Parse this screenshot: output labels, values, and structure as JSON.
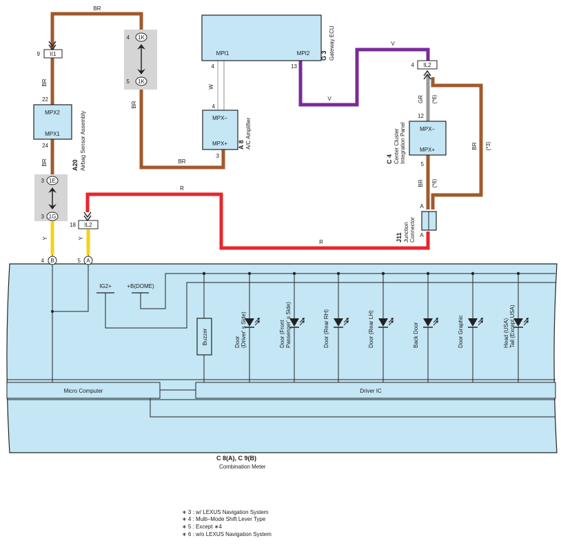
{
  "colors": {
    "br": "#a05a2c",
    "v": "#7a2a98",
    "r": "#e8262b",
    "y": "#f7d117",
    "gr": "#9a9a9a",
    "w": "#bdbdbd",
    "fill": "#c4e6f5",
    "grey_block": "#d5d5d5"
  },
  "wires": {
    "br": "BR",
    "v": "V",
    "r": "R",
    "y": "Y",
    "w": "W",
    "gr": "GR"
  },
  "notes": {
    "n3": "(*3)",
    "n6": "(*6)"
  },
  "connectors": {
    "ii1": {
      "id": "II1",
      "pin": "9"
    },
    "ik_top": {
      "id": "1K",
      "pin": "4"
    },
    "ik_bot": {
      "id": "1K",
      "pin": "5"
    },
    "ie": {
      "id": "1E",
      "pin": "3"
    },
    "ig": {
      "id": "1G",
      "pin": "3"
    },
    "il2_left": {
      "id": "IL2",
      "pin": "18"
    },
    "il2_right": {
      "id": "IL2",
      "pin": "4"
    }
  },
  "components": {
    "gateway": {
      "code": "G 3",
      "name": "Gateway ECU",
      "mpi1": "MPI1",
      "mpi2": "MPI2",
      "pin_mpi1": "4",
      "pin_mpi2": "13"
    },
    "airbag": {
      "code": "A20",
      "name": "Airbag Sensor Assembly",
      "mpx2": "MPX2",
      "mpx1": "MPX1",
      "pin_top": "22",
      "pin_bot": "24"
    },
    "ac": {
      "code": "A 8",
      "name": "A/C Amplifier",
      "mpxm": "MPX–",
      "mpxp": "MPX+",
      "pin_top": "4",
      "pin_bot": "3"
    },
    "center": {
      "code": "C 4",
      "name1": "Center Cluster",
      "name2": "Integration Panel",
      "mpxm": "MPX–",
      "mpxp": "MPX+",
      "pin_top": "12",
      "pin_bot": "5"
    },
    "junction": {
      "code": "J11",
      "name1": "Junction",
      "name2": "Connector",
      "a_top": "A",
      "a_bot": "A"
    },
    "meter": {
      "code": "C 8(A), C 9(B)",
      "name": "Combination Meter",
      "pin_b": "B",
      "pin_a": "A",
      "pin_b_num": "4",
      "pin_a_num": "5",
      "ig2": "IG2+",
      "dome": "+B(DOME)",
      "buzzer": "Buzzer",
      "micro": "Micro Computer",
      "driver_ic": "Driver IC"
    }
  },
  "leds": [
    {
      "l1": "Door",
      "l2": "(Driver' s Side)"
    },
    {
      "l1": "Door (Front",
      "l2": "Passenger' s Side)"
    },
    {
      "l1": "Door (Rear RH)",
      "l2": ""
    },
    {
      "l1": "Door (Rear LH)",
      "l2": ""
    },
    {
      "l1": "Back Door",
      "l2": ""
    },
    {
      "l1": "Door Graphic",
      "l2": ""
    },
    {
      "l1": "Head (USA)",
      "l2": "Tail (Except USA)"
    }
  ],
  "legend": [
    "∗ 3 : w/ LEXUS Navigation System",
    "∗ 4 : Multi–Mode Shift Lever Type",
    "∗ 5 : Except ∗4",
    "∗ 6 : w/o LEXUS Navigation System"
  ]
}
